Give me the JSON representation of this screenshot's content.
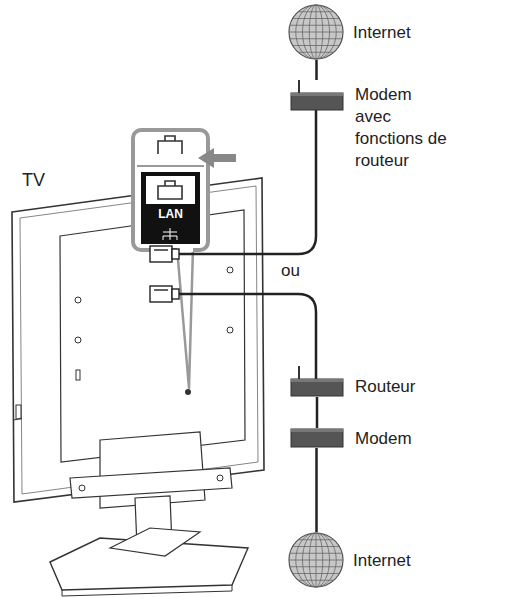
{
  "diagram": {
    "nodes": [
      {
        "text": [
          "Internet"
        ]
      },
      {
        "text": [
          "Modem avec fonctions de routeur"
        ]
      },
      {
        "text": [
          "Routeur"
        ]
      },
      {
        "text": [
          "Modem"
        ]
      },
      {
        "text": [
          "Internet"
        ]
      }
    ],
    "edges": [
      {
        "from": 0,
        "to": 1,
        "arrow": "none"
      },
      {
        "from": 2,
        "to": 3,
        "arrow": "none"
      },
      {
        "from": 3,
        "to": 4,
        "arrow": "none"
      }
    ],
    "labels": [
      "TV",
      "ou",
      "LAN"
    ]
  }
}
